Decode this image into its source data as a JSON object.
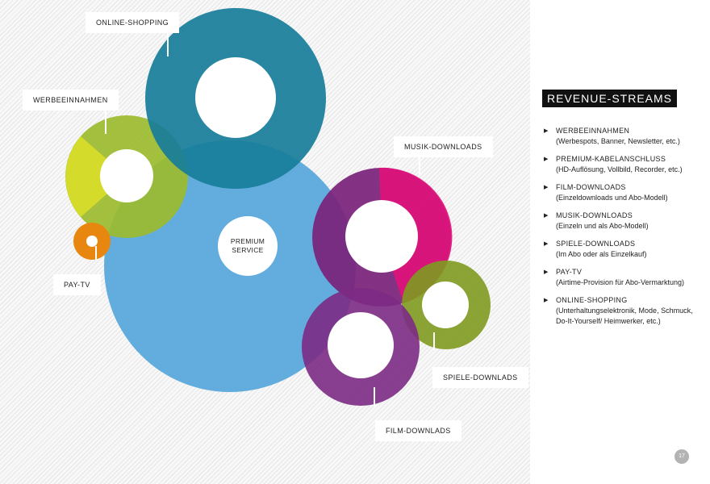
{
  "colors": {
    "premium": "#5aa9dc",
    "online_shopping": "#177d9a",
    "werbeeinnahmen": "#9bbb2e",
    "werbe_accent": "#d7dc2a",
    "pay_tv": "#e8870f",
    "musik_downloads": "#7a2279",
    "musik_accent": "#e0127a",
    "spiele_downloads": "#7e9a1f",
    "film_downloads": "#7c2a84"
  },
  "diagram": {
    "center_label": {
      "line1": "PREMIUM",
      "line2": "SERVICE"
    },
    "callouts": {
      "online_shopping": "ONLINE-SHOPPING",
      "werbeeinnahmen": "WERBEEINNAHMEN",
      "pay_tv": "PAY-TV",
      "musik_downloads": "MUSIK-DOWNLOADS",
      "spiele_downlads": "SPIELE-DOWNLADS",
      "film_downlads": "FILM-DOWNLADS"
    }
  },
  "legend": {
    "title": "REVENUE-STREAMS",
    "items": [
      {
        "name": "WERBEEINNAHMEN",
        "desc": "(Werbespots, Banner, Newsletter, etc.)"
      },
      {
        "name": "PREMIUM-KABELANSCHLUSS",
        "desc": "(HD-Auflösung, Vollbild, Recorder, etc.)"
      },
      {
        "name": "FILM-DOWNLOADS",
        "desc": "(Einzeldownloads und Abo-Modell)"
      },
      {
        "name": "MUSIK-DOWNLOADS",
        "desc": "(Einzeln und als Abo-Modell)"
      },
      {
        "name": "SPIELE-DOWNLOADS",
        "desc": "(Im Abo oder als Einzelkauf)"
      },
      {
        "name": "PAY-TV",
        "desc": "(Airtime-Provision für Abo-Vermarktung)"
      },
      {
        "name": "ONLINE-SHOPPING",
        "desc": "(Unterhaltungselektronik, Mode, Schmuck, Do-It-Yourself/ Heimwerker, etc.)"
      }
    ]
  },
  "page_number": "17"
}
